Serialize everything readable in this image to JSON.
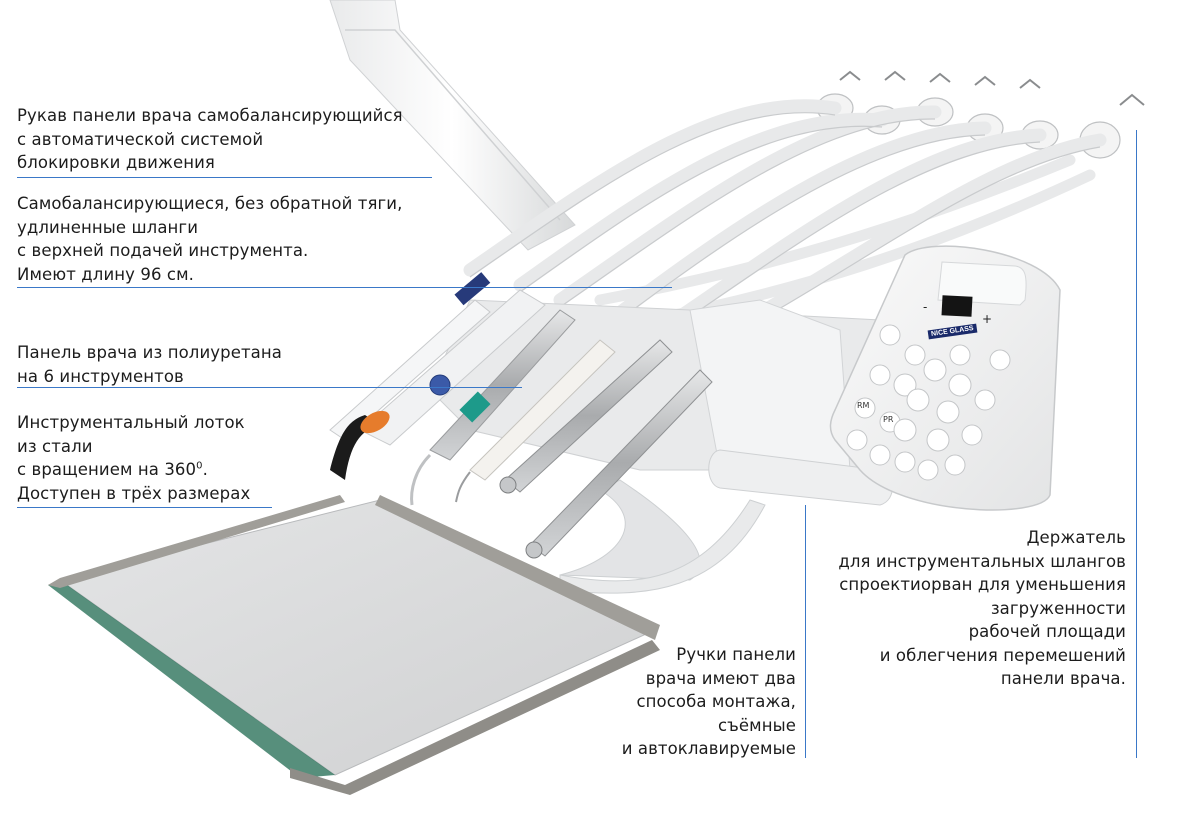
{
  "colors": {
    "callout_line": "#3a78c8",
    "text": "#1c1c1c",
    "panel": "#f2f3f4",
    "tray_metal": "#9c9c98",
    "tray_glass_edge": "#1f7a5a"
  },
  "panel": {
    "brand": "NICE GLASS",
    "minus": "-",
    "plus": "+",
    "key_rm": "RM",
    "key_pr": "PR"
  },
  "labels": {
    "arm": [
      "Рукав панели врача самобалансирующийся",
      "с автоматической системой",
      "блокировки движения"
    ],
    "hoses": [
      "Самобалансирующиеся, без обратной тяги,",
      "удлиненные шланги",
      "с верхней подачей инструмента.",
      "Имеют длину 96 см."
    ],
    "panel": [
      "Панель врача из полиуретана",
      "на 6 инструментов"
    ],
    "tray": {
      "line1": "Инструментальный лоток",
      "line2": "из стали",
      "line3_main": "с вращением на 360",
      "line3_sup": "0",
      "line3_end": ".",
      "line4": "Доступен в трёх размерах"
    },
    "handles": [
      "Ручки панели",
      "врача имеют два",
      "способа монтажа,",
      "съёмные",
      "и автоклавируемые"
    ],
    "holder": [
      "Держатель",
      "для инструментальных шлангов",
      "спроектиорван для уменьшения",
      "загруженности",
      "рабочей площади",
      "и облегчения перемешений",
      "панели врача."
    ]
  }
}
